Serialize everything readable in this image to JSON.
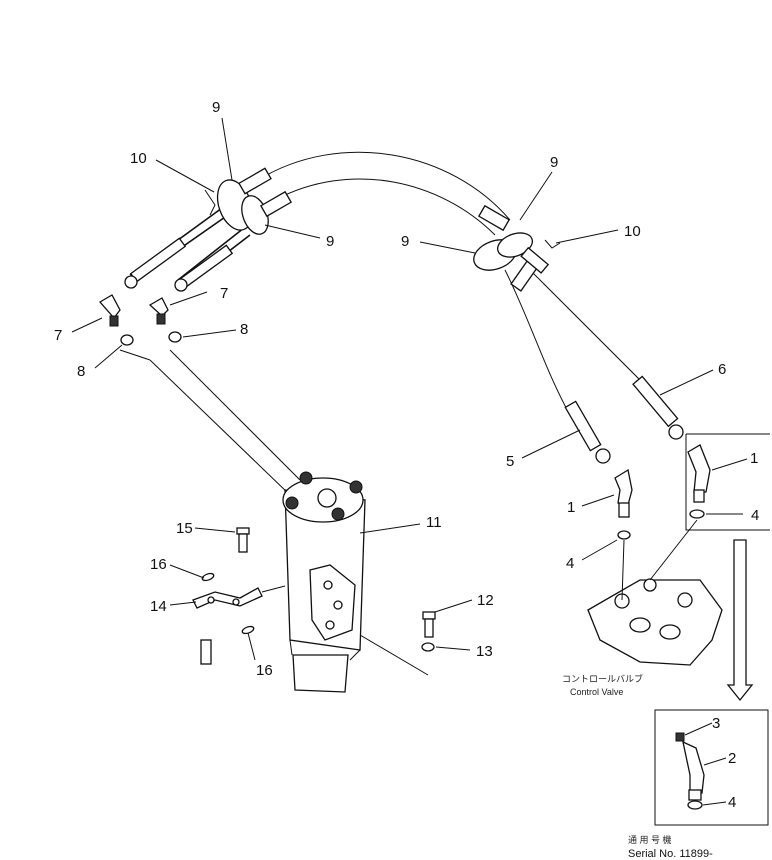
{
  "callouts": {
    "c9a": "9",
    "c10a": "10",
    "c9b": "9",
    "c7a": "7",
    "c7b": "7",
    "c8a": "8",
    "c8b": "8",
    "c9c": "9",
    "c9d": "9",
    "c10b": "10",
    "c6": "6",
    "c5": "5",
    "c1a": "1",
    "c1b": "1",
    "c4a": "4",
    "c4b": "4",
    "c11": "11",
    "c15": "15",
    "c16a": "16",
    "c14": "14",
    "c16b": "16",
    "c12": "12",
    "c13": "13",
    "c3": "3",
    "c2": "2",
    "c4c": "4"
  },
  "labels": {
    "control_valve_jp": "コントロールバルブ",
    "control_valve_en": "Control Valve",
    "serial_jp": "通 用 号 機",
    "serial_en": "Serial No. 11899-"
  }
}
